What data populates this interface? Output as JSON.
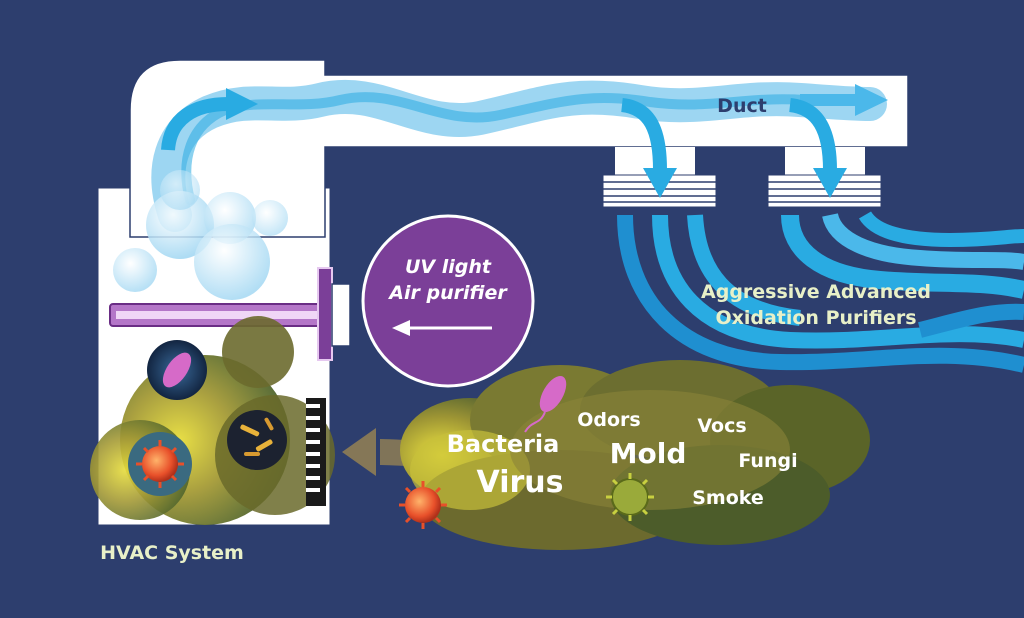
{
  "labels": {
    "duct": "Duct",
    "uv_line1": "UV light",
    "uv_line2": "Air purifier",
    "aop_line1": "Aggressive Advanced",
    "aop_line2": "Oxidation Purifiers",
    "hvac": "HVAC System"
  },
  "contaminants": {
    "bacteria": "Bacteria",
    "virus": "Virus",
    "odors": "Odors",
    "mold": "Mold",
    "vocs": "Vocs",
    "fungi": "Fungi",
    "smoke": "Smoke"
  },
  "colors": {
    "background": "#2d3e6e",
    "duct_fill": "#ffffff",
    "airflow": "#29abe2",
    "uv_purple": "#7b3f98",
    "aop_label": "#e8f0c8",
    "cloud": "#6a6e2a"
  }
}
